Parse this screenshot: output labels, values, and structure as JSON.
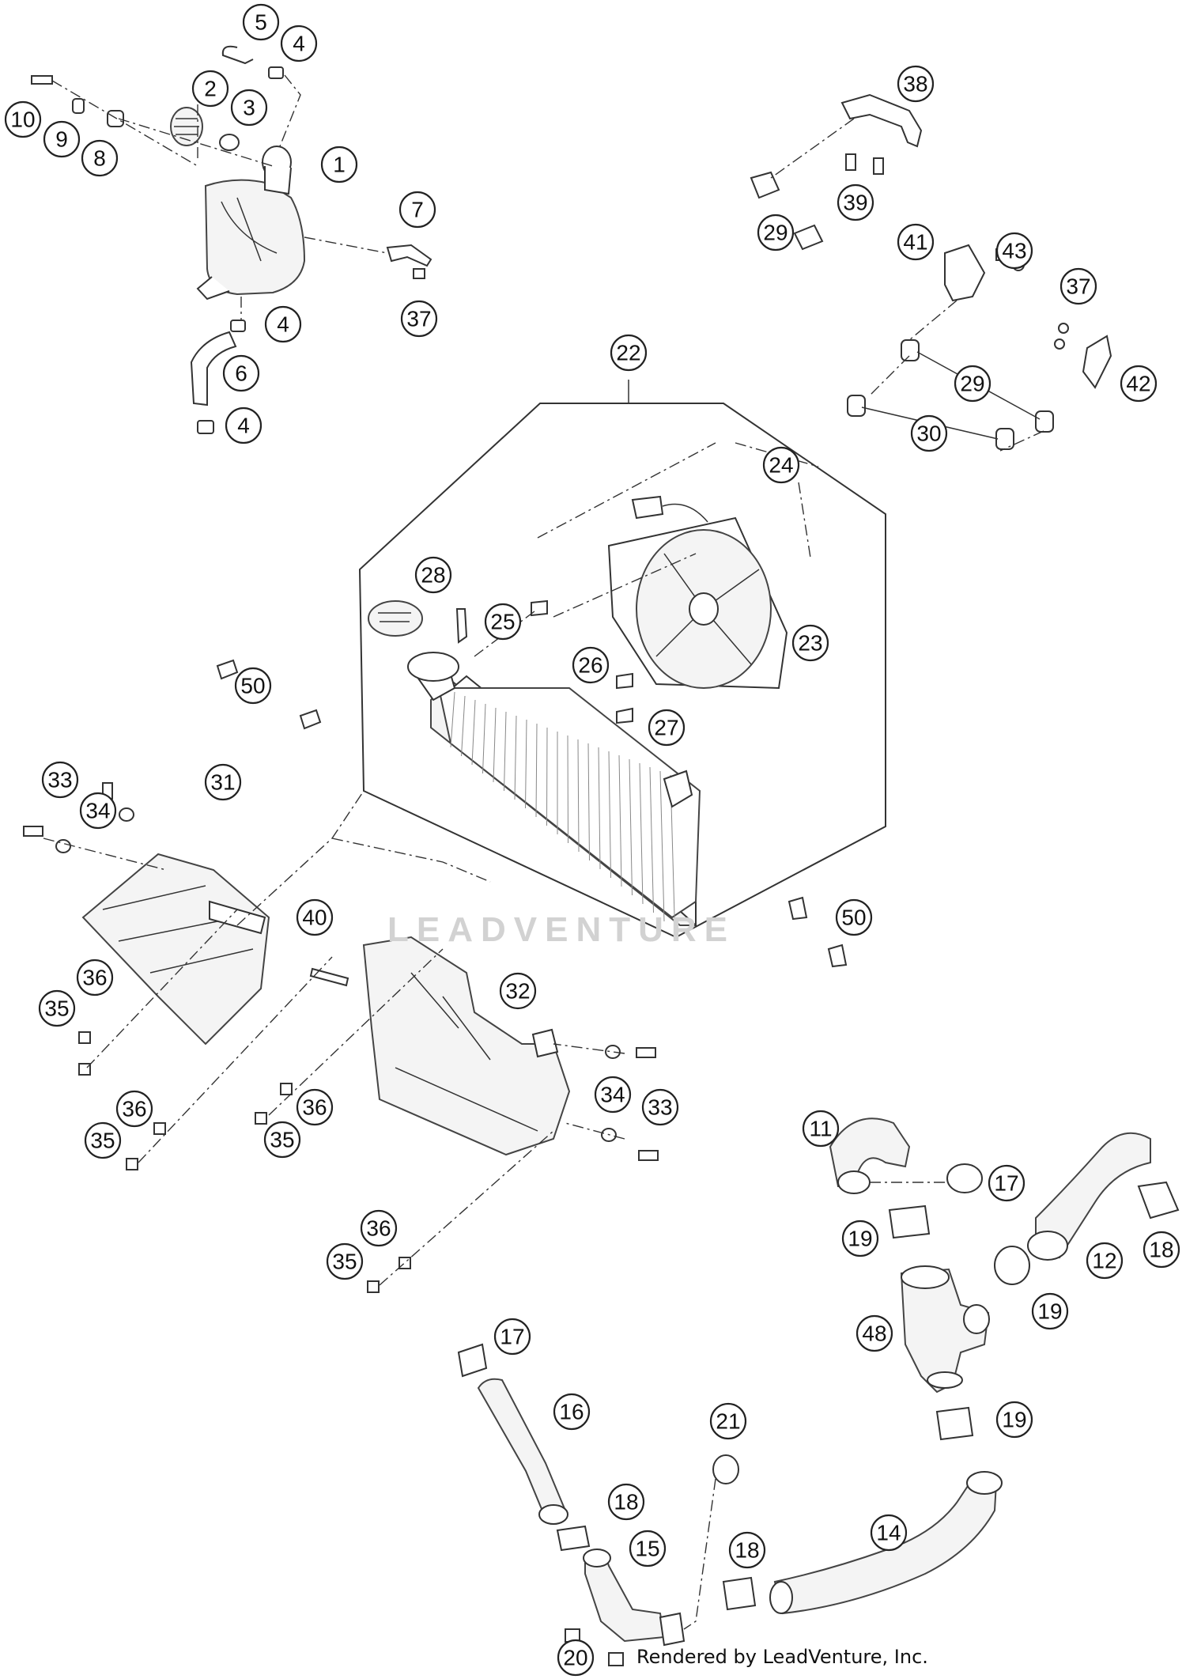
{
  "watermark": "LEADVENTURE",
  "footer": "Rendered by LeadVenture, Inc.",
  "callouts": [
    "1",
    "2",
    "3",
    "4",
    "5",
    "6",
    "7",
    "8",
    "9",
    "10",
    "11",
    "12",
    "14",
    "15",
    "16",
    "17",
    "18",
    "19",
    "20",
    "21",
    "22",
    "23",
    "24",
    "25",
    "26",
    "27",
    "28",
    "29",
    "30",
    "31",
    "32",
    "33",
    "34",
    "35",
    "36",
    "37",
    "38",
    "39",
    "40",
    "41",
    "42",
    "43",
    "48",
    "50"
  ]
}
